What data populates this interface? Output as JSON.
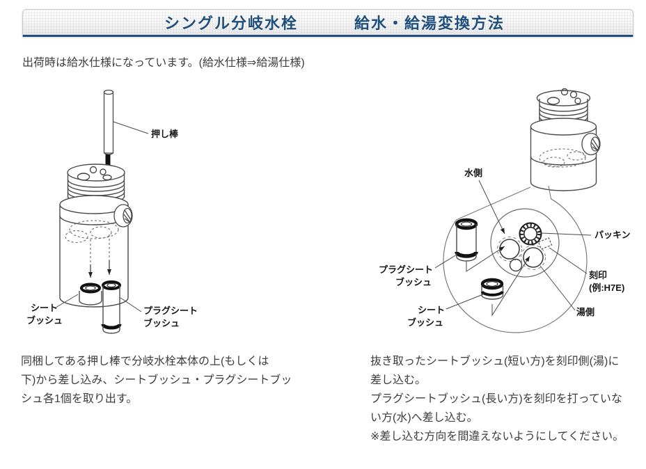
{
  "header": {
    "title_left": "シングル分岐水栓",
    "title_right": "給水・給湯変換方法",
    "accent_color": "#1d4e7e"
  },
  "intro_text": "出荷時は給水仕様になっています。(給水仕様⇒給湯仕様)",
  "left_figure": {
    "labels": {
      "push_rod": "押し棒",
      "seat_bush_line1": "シート",
      "seat_bush_line2": "ブッシュ",
      "plug_seat_bush_line1": "プラグシート",
      "plug_seat_bush_line2": "ブッシュ"
    },
    "caption_lines": [
      "同梱してある押し棒で分岐水栓本体の上(もしくは",
      "下)から差し込み、シートブッシュ・プラグシートブッ",
      "シュ各1個を取り出す。"
    ]
  },
  "right_figure": {
    "labels": {
      "water_side": "水側",
      "packing": "パッキン",
      "engraving_line1": "刻印",
      "engraving_line2": "(例:H7E)",
      "plug_seat_bush_line1": "プラグシート",
      "plug_seat_bush_line2": "ブッシュ",
      "seat_bush_line1": "シート",
      "seat_bush_line2": "ブッシュ",
      "hot_water_side": "湯側"
    },
    "caption_lines": [
      "抜き取ったシートブッシュ(短い方)を刻印側(湯)に",
      "差し込む。",
      "プラグシートブッシュ(長い方)を刻印を打っていな",
      "い方(水)へ差し込む。",
      "※差し込む方向を間違えないようにしてください。"
    ]
  }
}
